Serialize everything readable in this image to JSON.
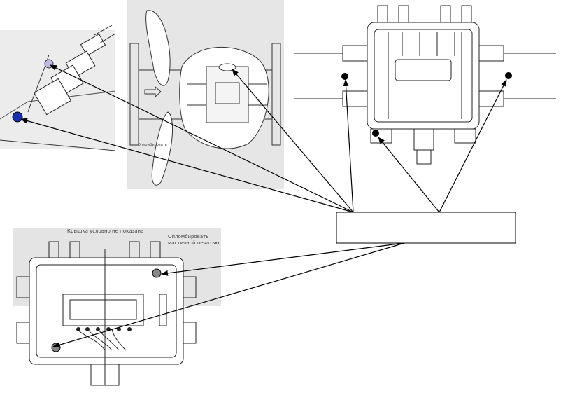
{
  "labels": {
    "cover_note": "Крышка условно не показана",
    "seal_note_line1": "Опломбировать",
    "seal_note_line2": "мастичной печатью"
  },
  "colors": {
    "panel_gray": "#e6e6e6",
    "line": "#000000",
    "seal_blue": "#1a2fb0",
    "seal_lavender": "#b9bde6",
    "seal_black": "#000000"
  },
  "icons": {
    "seal_point": "filled-circle",
    "arrow": "arrowhead"
  }
}
